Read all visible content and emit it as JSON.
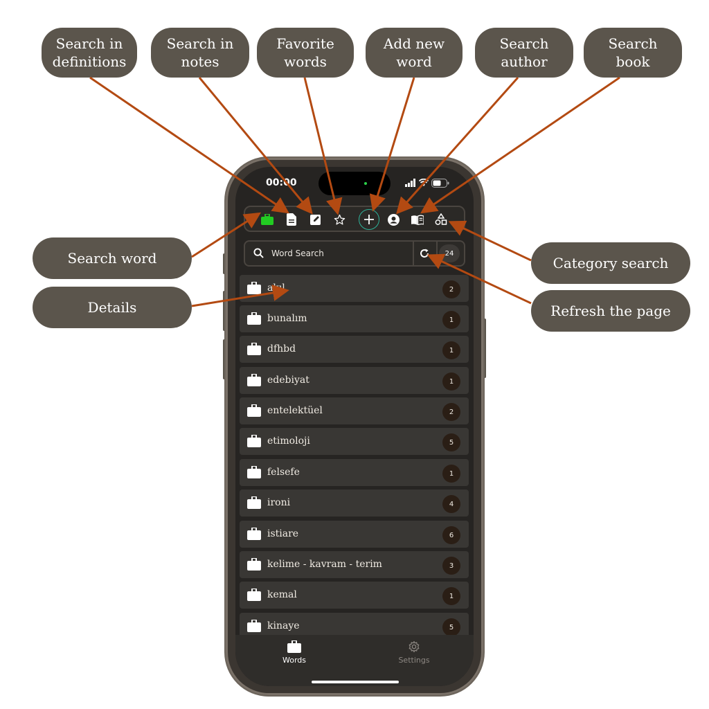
{
  "callouts": {
    "search_definitions": "Search in definitions",
    "search_notes": "Search in notes",
    "favorite_words": "Favorite words",
    "add_new_word": "Add new word",
    "search_author": "Search author",
    "search_book": "Search book",
    "search_word": "Search word",
    "details": "Details",
    "category_search": "Category search",
    "refresh_page": "Refresh the page"
  },
  "status_bar": {
    "time": "00:00"
  },
  "toolbar": {
    "icons": [
      "briefcase-icon",
      "document-icon",
      "note-edit-icon",
      "star-icon",
      "plus-icon",
      "user-icon",
      "book-icon",
      "shapes-icon"
    ],
    "active_color": "#22cc22",
    "accent_color": "#2fb39a"
  },
  "search": {
    "placeholder": "Word Search",
    "total_count": "24"
  },
  "words": [
    {
      "label": "akıl",
      "count": "2"
    },
    {
      "label": "bunalım",
      "count": "1"
    },
    {
      "label": "dfhbd",
      "count": "1"
    },
    {
      "label": "edebiyat",
      "count": "1"
    },
    {
      "label": "entelektüel",
      "count": "2"
    },
    {
      "label": "etimoloji",
      "count": "5"
    },
    {
      "label": "felsefe",
      "count": "1"
    },
    {
      "label": "ironi",
      "count": "4"
    },
    {
      "label": "istiare",
      "count": "6"
    },
    {
      "label": "kelime - kavram - terim",
      "count": "3"
    },
    {
      "label": "kemal",
      "count": "1"
    },
    {
      "label": "kinaye",
      "count": "5"
    }
  ],
  "tabbar": {
    "words_label": "Words",
    "settings_label": "Settings"
  },
  "colors": {
    "callout_bg": "#5b554c",
    "arrow": "#b34a12"
  }
}
